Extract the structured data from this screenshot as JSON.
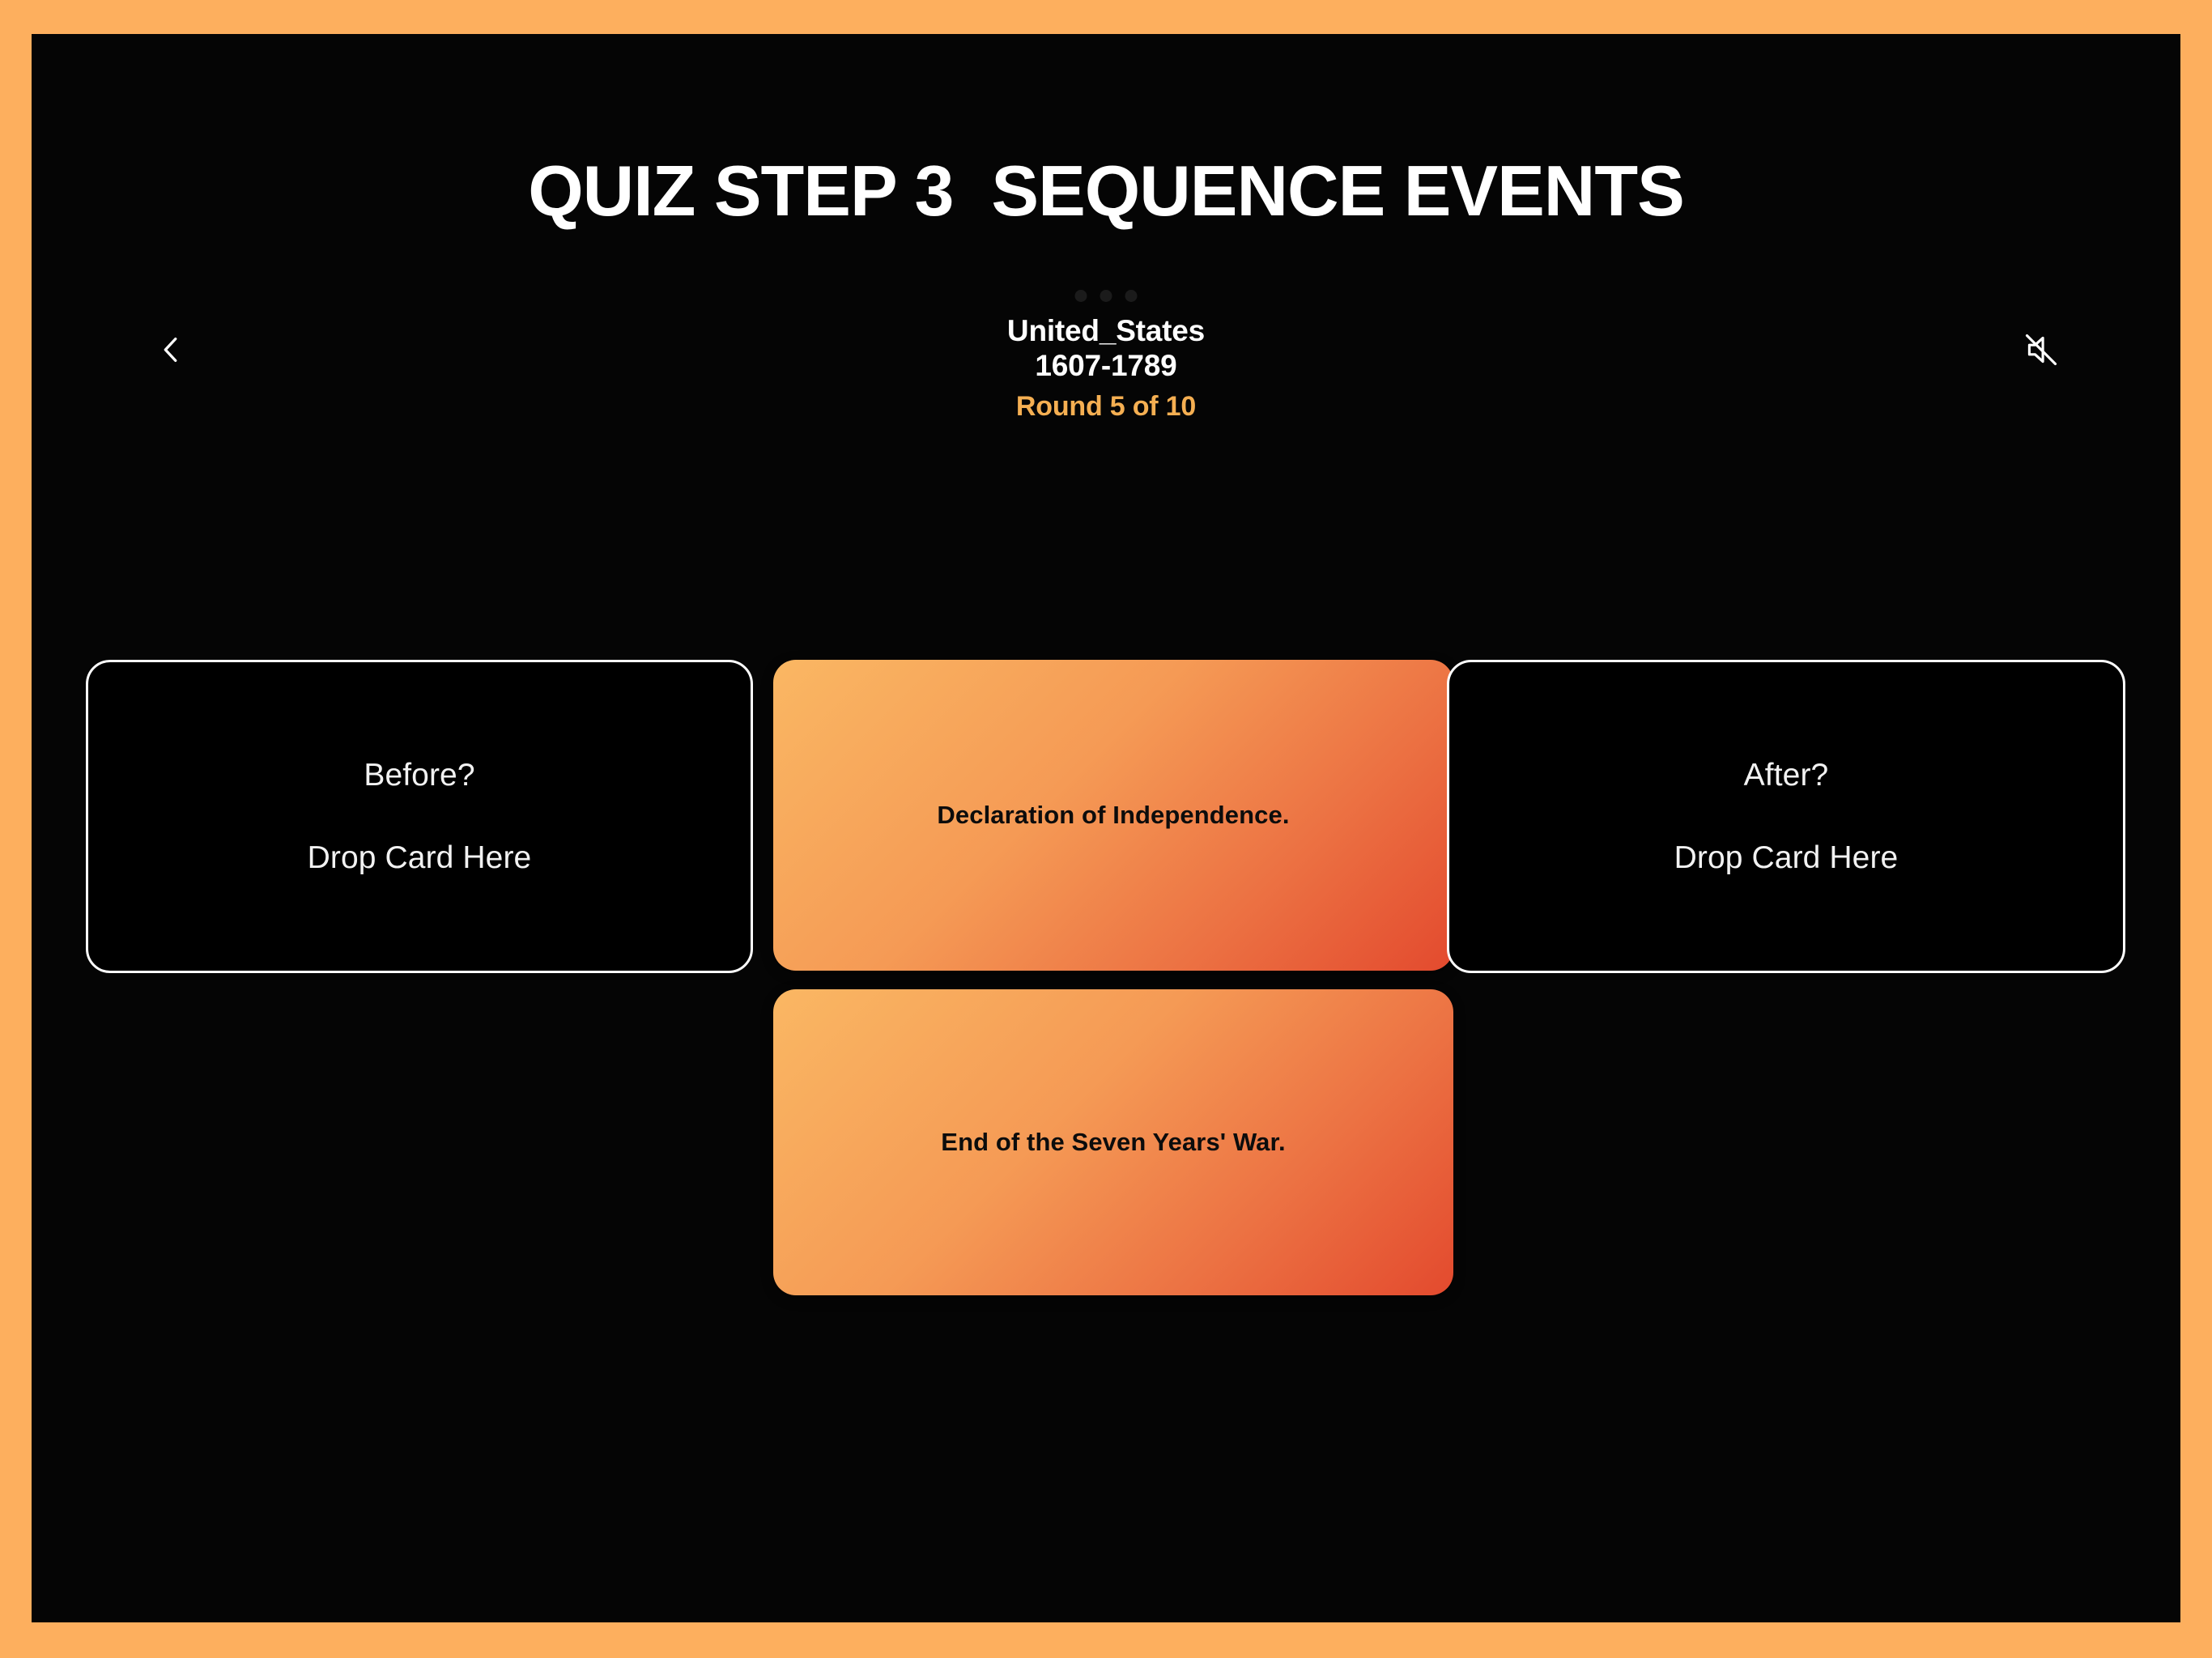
{
  "app": {
    "frame_color": "#FDAF5E",
    "screen_background": "#050505"
  },
  "title": "QUIZ STEP 3  SEQUENCE EVENTS",
  "header": {
    "back_icon": "chevron-left-icon",
    "mute_icon": "speaker-muted-icon",
    "deck_name": "United_States",
    "deck_range": "1607-1789",
    "round_label": "Round 5 of 10",
    "round_color": "#F5AF52",
    "drag_handle_dots": 3
  },
  "play_area": {
    "drop_zones": [
      {
        "title": "Before?",
        "hint": "Drop Card Here",
        "position": "left"
      },
      {
        "title": "After?",
        "hint": "Drop Card Here",
        "position": "right"
      }
    ],
    "event_cards": [
      {
        "text": "Declaration of Independence."
      },
      {
        "text": "End of the Seven Years' War."
      }
    ],
    "card_gradient_start": "#FAB763",
    "card_gradient_end": "#E34A2E"
  }
}
